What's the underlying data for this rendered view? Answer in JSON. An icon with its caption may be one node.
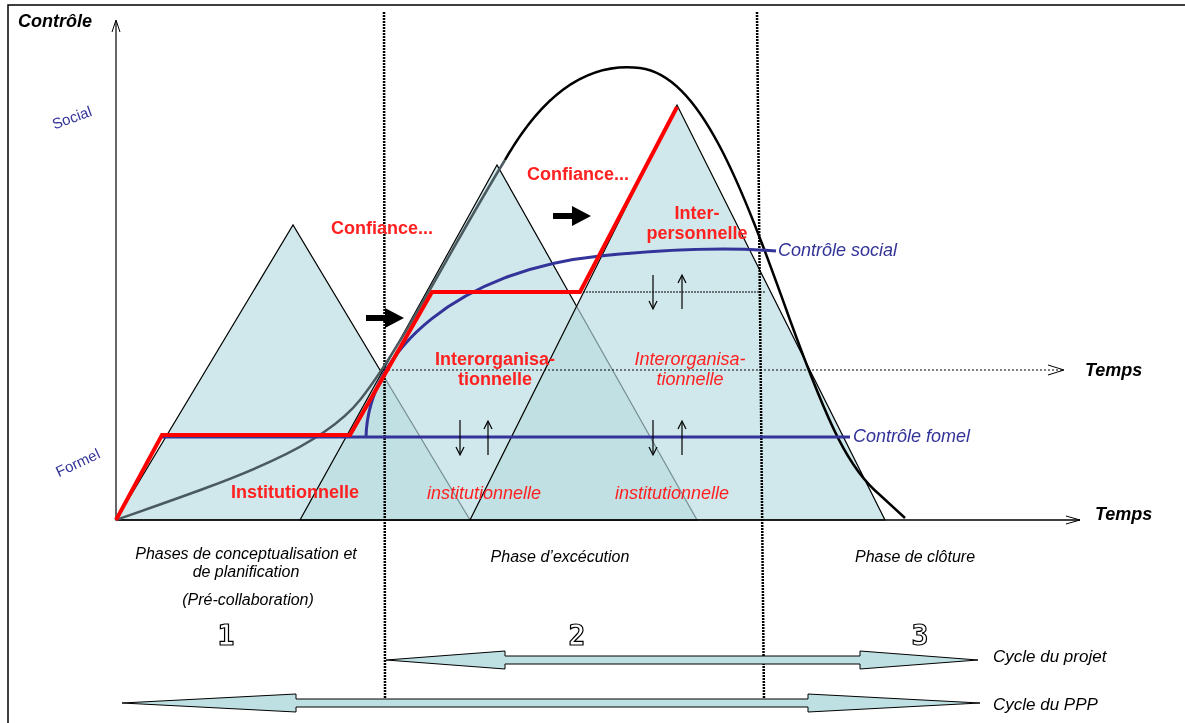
{
  "diagram": {
    "labels": [
      "Contrôle",
      "Social",
      "Confiance...",
      "Confiance...",
      "Inter- personnelle",
      "Contrôle social",
      "Interorganisa- tionnelle",
      "Interorganisa- tionnelle",
      "Temps",
      "Contrôle fomel",
      "Formel",
      "Institutionnelle",
      "institutionnelle",
      "institutionnelle",
      "Temps",
      "Phases de conceptualisation et de planification",
      "Phase d’excécution",
      "Phase de clôture",
      "(Pré-collaboration)",
      "1",
      "2",
      "3",
      "Cycle du projet",
      "Cycle du PPP"
    ]
  }
}
